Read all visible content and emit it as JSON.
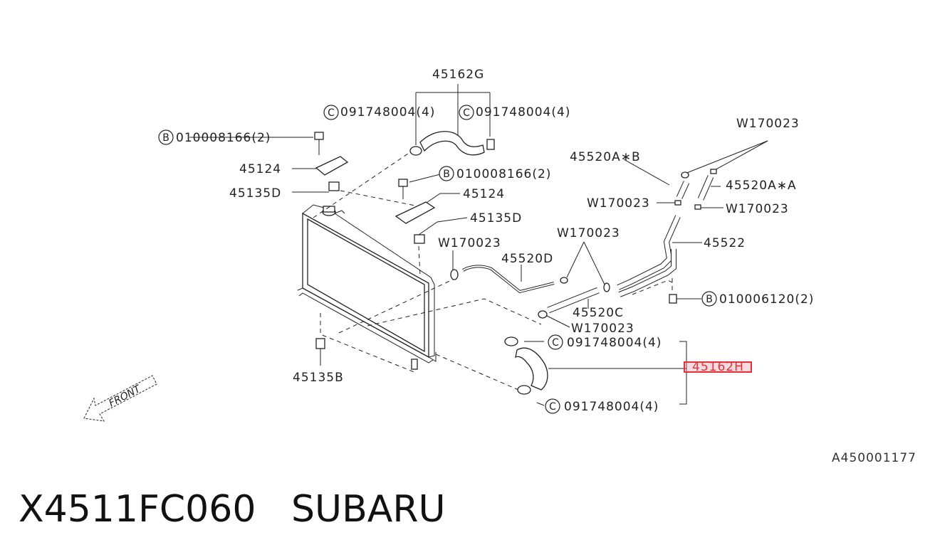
{
  "diagram": {
    "labels": {
      "l45162G": "45162G",
      "c091748004_a": "091748004(4)",
      "c091748004_b": "091748004(4)",
      "b010008166_a": "010008166(2)",
      "l45124_a": "45124",
      "l45135D_a": "45135D",
      "b010008166_b": "010008166(2)",
      "l45124_b": "45124",
      "l45135D_b": "45135D",
      "W170023_top": "W170023",
      "l45520AB": "45520A∗B",
      "l45520AA": "45520A∗A",
      "W170023_l": "W170023",
      "W170023_r": "W170023",
      "l45522": "45522",
      "W170023_mid": "W170023",
      "l45520D": "45520D",
      "W170023_c": "W170023",
      "b010006120": "010006120(2)",
      "l45520C": "45520C",
      "W170023_low": "W170023",
      "c091748004_c": "091748004(4)",
      "l45162H": "45162H",
      "c091748004_d": "091748004(4)",
      "l45135B": "45135B",
      "front": "FRONT"
    },
    "callout_letters": {
      "b": "B",
      "c": "C"
    },
    "highlighted_part": "45162H",
    "diagram_id": "A450001177"
  },
  "footer": {
    "part_number": "X4511FC060",
    "brand": "SUBARU"
  },
  "colors": {
    "line": "#222222",
    "highlight_border": "#e0323a",
    "highlight_fill": "#f096a0"
  }
}
